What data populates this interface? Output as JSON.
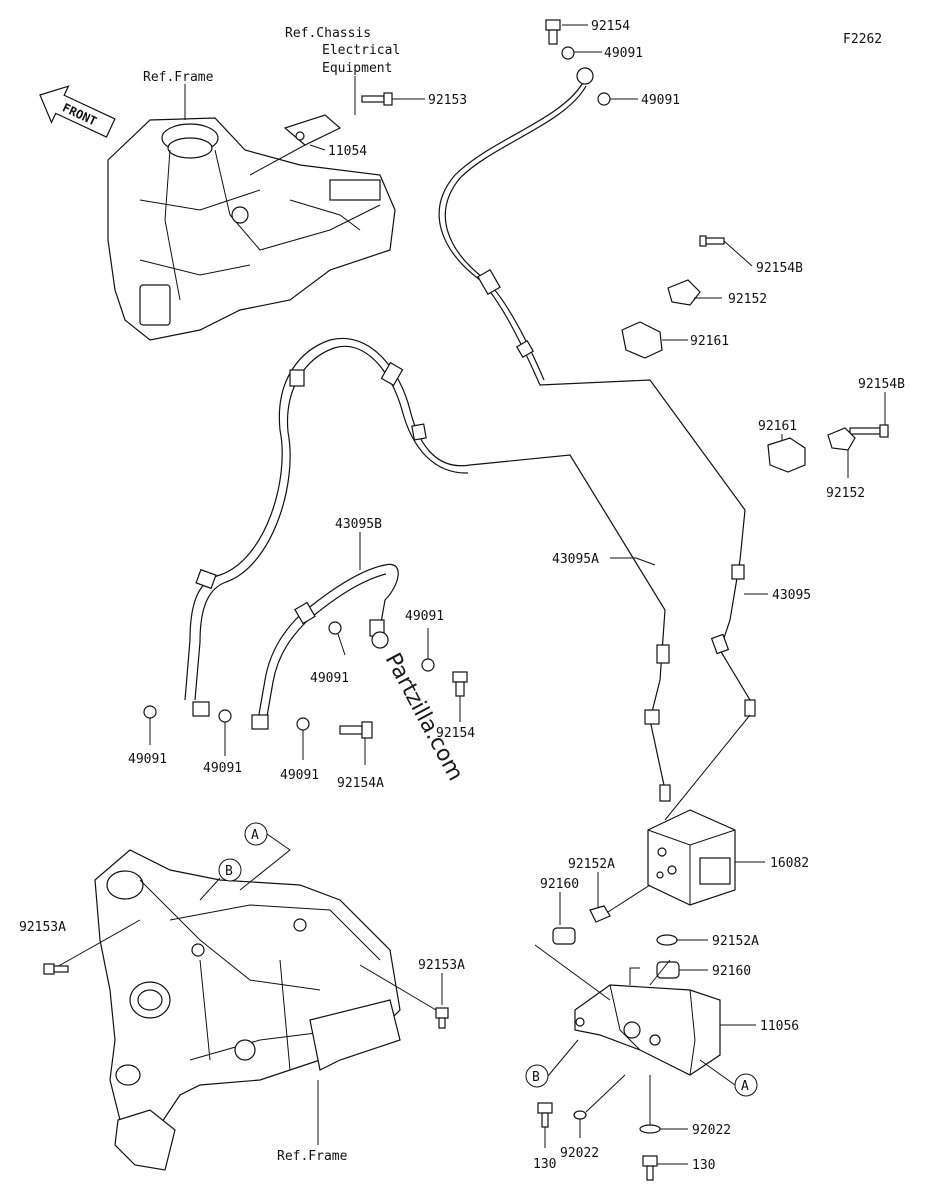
{
  "figure_code": "F2262",
  "front_label": "FRONT",
  "watermark": "Partzilla.com",
  "ref_labels": {
    "frame_top": "Ref.Frame",
    "chassis_1": "Ref.Chassis",
    "chassis_2": "Electrical",
    "chassis_3": "Equipment",
    "frame_bottom": "Ref.Frame"
  },
  "circle_markers": [
    "A",
    "B",
    "B",
    "A"
  ],
  "callouts": [
    "92154",
    "49091",
    "49091",
    "92153",
    "11054",
    "92154B",
    "92152",
    "92161",
    "92161",
    "92154B",
    "92152",
    "43095B",
    "49091",
    "49091",
    "49091",
    "49091",
    "49091",
    "92154",
    "92154A",
    "43095A",
    "43095",
    "16082",
    "92152A",
    "92160",
    "92152A",
    "92160",
    "11056",
    "92153A",
    "92153A",
    "92022",
    "92022",
    "130",
    "130"
  ]
}
